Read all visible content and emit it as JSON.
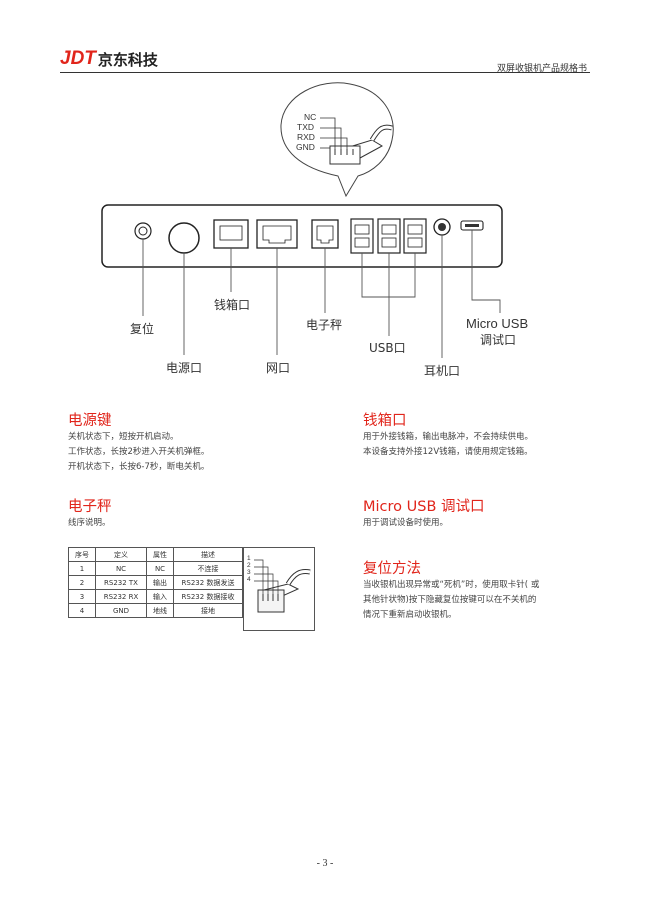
{
  "header": {
    "logo_brand": "JDT",
    "logo_cn": "京东科技",
    "doc_title": "双屏收银机产品规格书"
  },
  "diagram": {
    "pins": [
      "NC",
      "TXD",
      "RXD",
      "GND"
    ],
    "ports": {
      "reset": "复位",
      "power": "电源口",
      "cashbox": "钱箱口",
      "network": "网口",
      "scale": "电子秤",
      "usb": "USB口",
      "earphone": "耳机口",
      "micro_usb_line1": "Micro USB",
      "micro_usb_line2": "调试口"
    }
  },
  "sections": {
    "power": {
      "title": "电源键",
      "lines": [
        "关机状态下，短按开机启动。",
        "工作状态，长按2秒进入开关机弹框。",
        "开机状态下，长按6-7秒，断电关机。"
      ]
    },
    "cashbox": {
      "title": "钱箱口",
      "lines": [
        "用于外接钱箱，输出电脉冲，不会持续供电。",
        "本设备支持外接12V钱箱，请使用规定钱箱。"
      ]
    },
    "scale": {
      "title": "电子秤",
      "lines": [
        "线序说明。"
      ]
    },
    "microusb": {
      "title": "Micro USB 调试口",
      "lines": [
        "用于调试设备时使用。"
      ]
    },
    "reset": {
      "title": "复位方法",
      "lines": [
        "当收银机出现异常或“死机”时，使用取卡针( 或",
        "其他针状物)按下隐藏复位按键可以在不关机的",
        "情况下重新启动收银机。"
      ]
    }
  },
  "wire_table": {
    "headers": [
      "序号",
      "定义",
      "属性",
      "描述"
    ],
    "rows": [
      [
        "1",
        "NC",
        "NC",
        "不连接"
      ],
      [
        "2",
        "RS232 TX",
        "输出",
        "RS232 数据发送"
      ],
      [
        "3",
        "RS232 RX",
        "输入",
        "RS232 数据接收"
      ],
      [
        "4",
        "GND",
        "地线",
        "接地"
      ]
    ],
    "connector_pins": [
      "1",
      "2",
      "3",
      "4"
    ]
  },
  "footer": {
    "page_number": "- 3 -"
  }
}
